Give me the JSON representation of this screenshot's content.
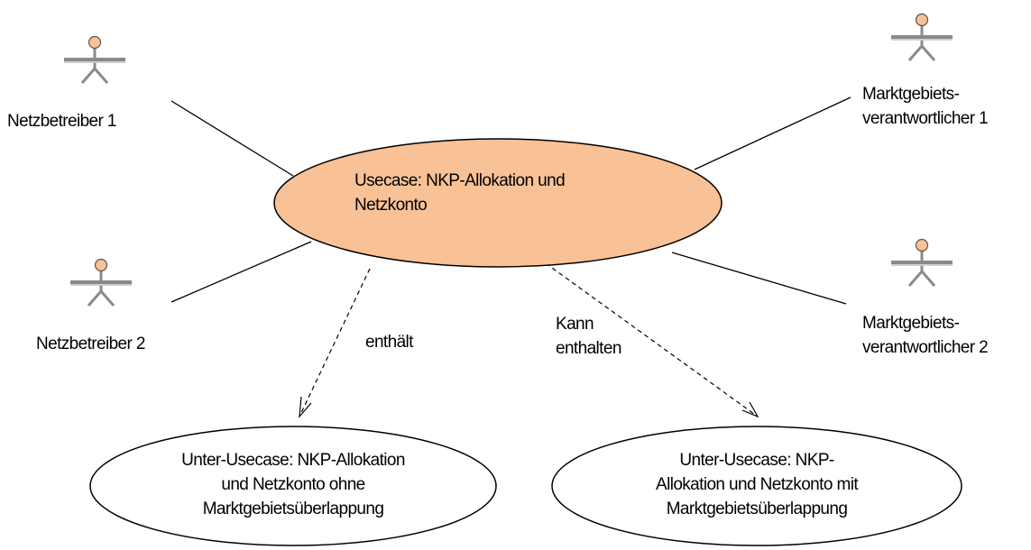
{
  "diagram": {
    "main_usecase": {
      "line1": "Usecase: NKP-Allokation und",
      "line2": "Netzkonto"
    },
    "actors": {
      "netzbetreiber1": {
        "label": "Netzbetreiber 1"
      },
      "netzbetreiber2": {
        "label": "Netzbetreiber 2"
      },
      "mgv1": {
        "line1": "Marktgebiets-",
        "line2": "verantwortlicher 1"
      },
      "mgv2": {
        "line1": "Marktgebiets-",
        "line2": "verantwortlicher 2"
      }
    },
    "sub_usecase_left": {
      "line1": "Unter-Usecase: NKP-Allokation",
      "line2": "und Netzkonto ohne",
      "line3": "Marktgebietsüberlappung"
    },
    "sub_usecase_right": {
      "line1": "Unter-Usecase: NKP-",
      "line2": "Allokation und Netzkonto mit",
      "line3": "Marktgebietsüberlappung"
    },
    "relations": {
      "contains": "enthält",
      "may_contain_line1": "Kann",
      "may_contain_line2": "enthalten"
    },
    "colors": {
      "main_fill": "#f8c196",
      "actor_head": "#f8c196",
      "actor_body": "#8a8a8a",
      "line": "#000000"
    }
  }
}
